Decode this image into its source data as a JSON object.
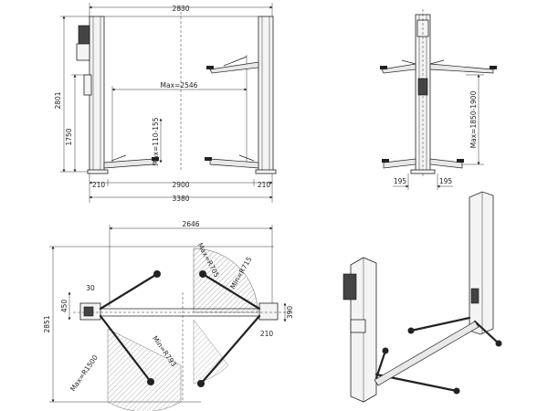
{
  "front_view": {
    "overall_width": "2830",
    "height_total": "2801",
    "height_lower": "1750",
    "arm_reach": "Max=2546",
    "pad_height": "Max=110-155",
    "inner_width": "2900",
    "side_left": "210",
    "side_right": "210",
    "base_width": "3380"
  },
  "side_view": {
    "lift_height": "Max=1850-1900",
    "offset_left": "195",
    "offset_right": "195"
  },
  "top_view": {
    "span": "2646",
    "depth": "2851",
    "post_depth": "450",
    "post_gap": "30",
    "right_width": "390",
    "right_offset": "210",
    "radius_max_short": "Max=R705",
    "radius_min_short": "Min=R715",
    "radius_min_long": "Min=R793",
    "radius_max_long": "Max=R1500"
  }
}
